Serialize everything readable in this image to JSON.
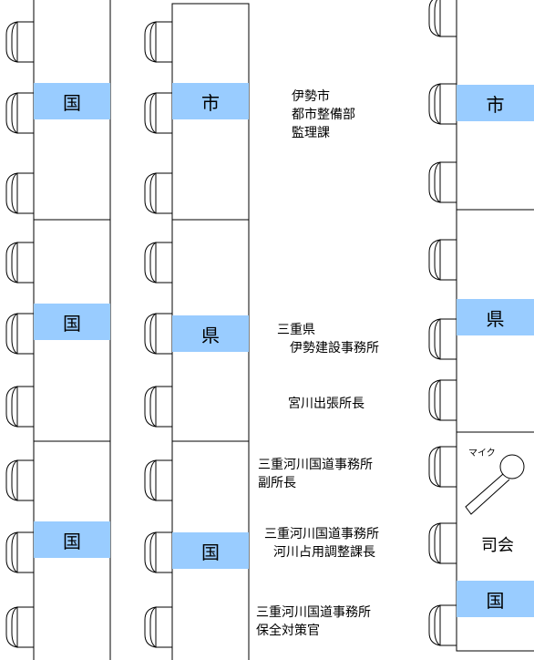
{
  "labels": {
    "koku": "国",
    "shi": "市",
    "ken": "県"
  },
  "attendees": {
    "ise_city": [
      "伊勢市",
      "都市整備部",
      "監理課"
    ],
    "mie_pref": [
      "三重県",
      "伊勢建設事務所"
    ],
    "miyagawa": [
      "宮川出張所長"
    ],
    "vice_director": [
      "三重河川国道事務所",
      "副所長"
    ],
    "river_use": [
      "三重河川国道事務所",
      "河川占用調整課長"
    ],
    "maintenance": [
      "三重河川国道事務所",
      "保全対策官"
    ]
  },
  "mic_label": "マイク",
  "moderator_label": "司会"
}
